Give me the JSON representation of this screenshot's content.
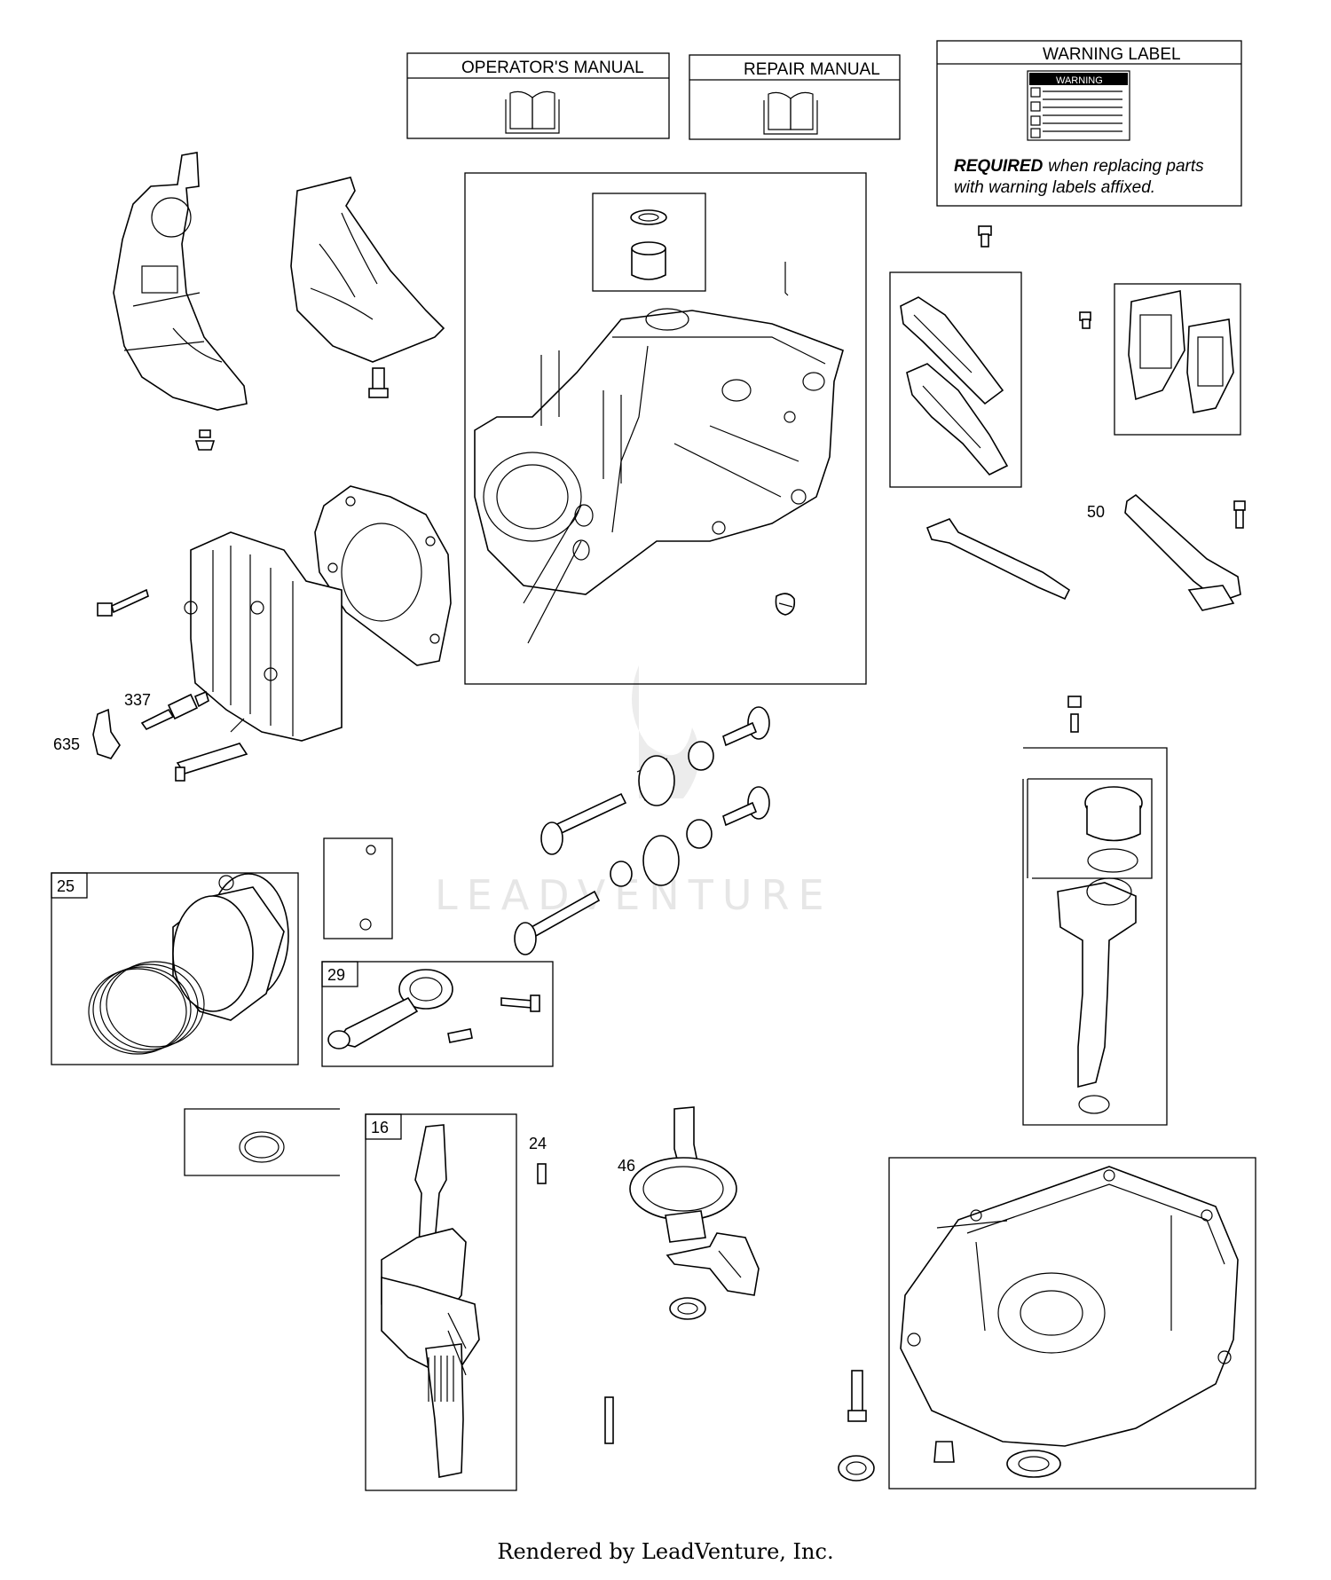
{
  "manuals": {
    "operators_manual": "OPERATOR'S MANUAL",
    "repair_manual": "REPAIR MANUAL"
  },
  "warning_label": {
    "title": "WARNING LABEL",
    "label_text": "WARNING",
    "required_bold": "REQUIRED",
    "required_rest": "when replacing parts",
    "required_line2": "with warning labels affixed."
  },
  "part_labels": {
    "p25": "25",
    "p29": "29",
    "p16": "16",
    "p24": "24",
    "p46": "46",
    "p50": "50",
    "p337": "337",
    "p635": "635"
  },
  "watermark": {
    "text": "LEADVENTURE"
  },
  "footer": {
    "text": "Rendered by LeadVenture, Inc."
  },
  "colors": {
    "line": "#000000",
    "background": "#ffffff",
    "watermark": "#e6e6e6"
  }
}
